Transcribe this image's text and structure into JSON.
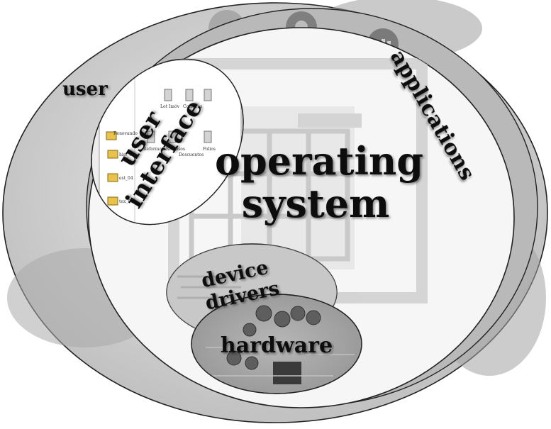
{
  "layers": {
    "user": "user",
    "applications": "applications",
    "user_interface_line1": "user",
    "user_interface_line2": "interface",
    "operating_system_line1": "operating",
    "operating_system_line2": "system",
    "device_drivers_line1": "device",
    "device_drivers_line2": "drivers",
    "hardware": "hardware"
  },
  "colors": {
    "outer_ring": "#cfcfcf",
    "ring_band": "#b5b5b5",
    "os_fill": "#f7f7f7",
    "window_grid": "#c9c9c9",
    "outline": "#222222",
    "text": "#111111"
  },
  "file_browser": {
    "title": "nvatabo_04",
    "folders": [
      "Renovando",
      "hist_04",
      "est_04",
      "tex_04"
    ],
    "files": [
      "Lot Imóv",
      "Compras",
      "Reformas",
      "Reclusos",
      "Descuentos",
      "Folios"
    ]
  },
  "icons": [
    "app-window-icon",
    "spreadsheet-icon",
    "hand-touch-icon",
    "gear-icon",
    "chart-icon"
  ]
}
